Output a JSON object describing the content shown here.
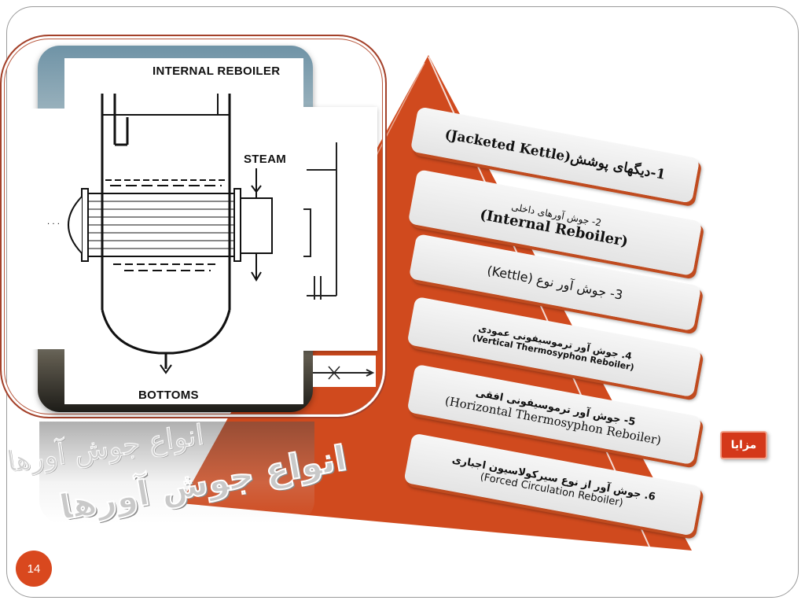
{
  "slide": {
    "title": "انواع جوش آورها",
    "page_number": "14",
    "advantages_button": "مزایا",
    "accent_color": "#d4381a"
  },
  "diagram": {
    "label_top": "INTERNAL REBOILER",
    "label_steam": "STEAM",
    "label_bottoms": "BOTTOMS"
  },
  "types": [
    {
      "line1": "1-دیگهای پوشش(Jacketed Kettle)"
    },
    {
      "line1": "2- جوش آورهای داخلی",
      "line2": "(Internal Reboiler)"
    },
    {
      "line1": "3- جوش آور نوع (Kettle)"
    },
    {
      "line1": "4. جوش آور ترموسیفونی عمودی",
      "line2": "(Vertical Thermosyphon Reboiler)"
    },
    {
      "line1": "5- جوش آور ترموسیفونی افقی",
      "line2": "(Horizontal Thermosyphon Reboiler)"
    },
    {
      "line1": "6. جوش آور از نوع سیرکولاسیون اجباری",
      "line2": "(Forced Circulation Reboiler)"
    }
  ]
}
